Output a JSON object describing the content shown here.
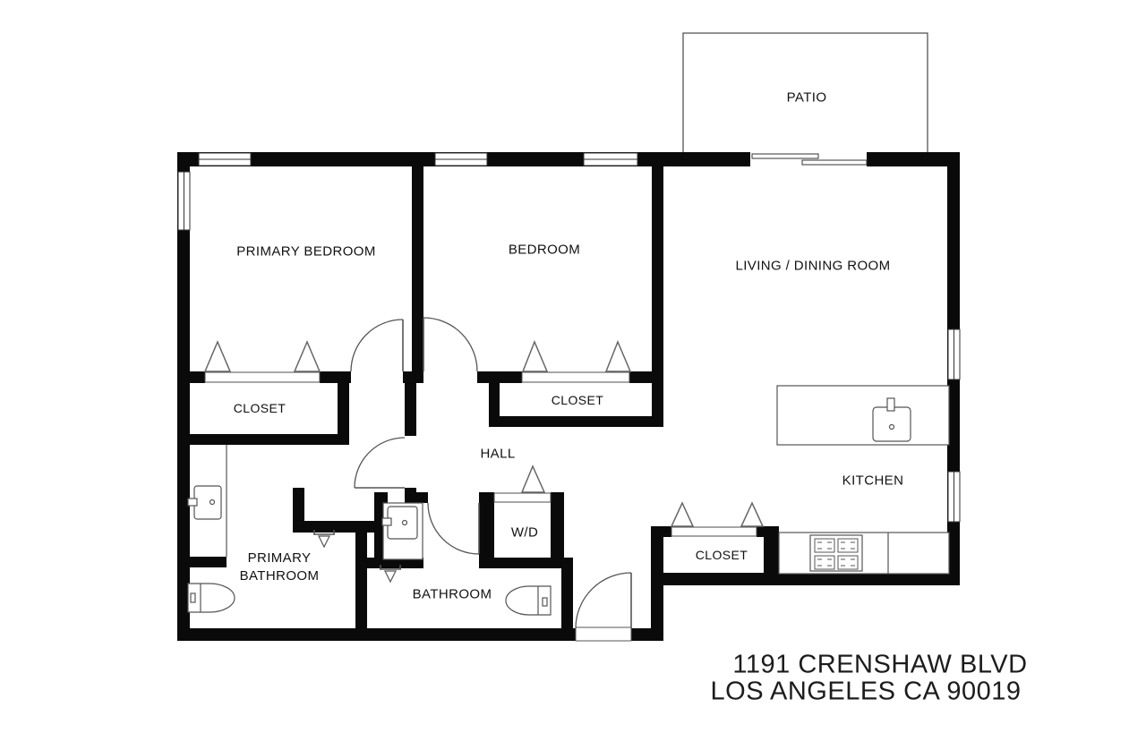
{
  "address": {
    "line1": "1191 CRENSHAW BLVD",
    "line2": "LOS ANGELES CA 90019"
  },
  "rooms": {
    "patio": "PATIO",
    "primary_bedroom": "PRIMARY BEDROOM",
    "bedroom": "BEDROOM",
    "living_dining": "LIVING / DINING ROOM",
    "closet_primary": "CLOSET",
    "closet_bedroom": "CLOSET",
    "closet_entry": "CLOSET",
    "hall": "HALL",
    "washer_dryer": "W/D",
    "primary_bathroom": "PRIMARY BATHROOM",
    "bathroom": "BATHROOM",
    "kitchen": "KITCHEN"
  },
  "fixtures": {
    "icons": [
      "door-swing-arc",
      "bifold-closet-door",
      "window",
      "sliding-glass-door",
      "toilet",
      "vanity-sink",
      "kitchen-island-sink",
      "stove-cooktop",
      "shower-head"
    ]
  },
  "colors": {
    "wall": "#0a0a0a",
    "thin_line": "#555555",
    "window_line": "#333333",
    "background": "#ffffff",
    "text": "#111111"
  }
}
